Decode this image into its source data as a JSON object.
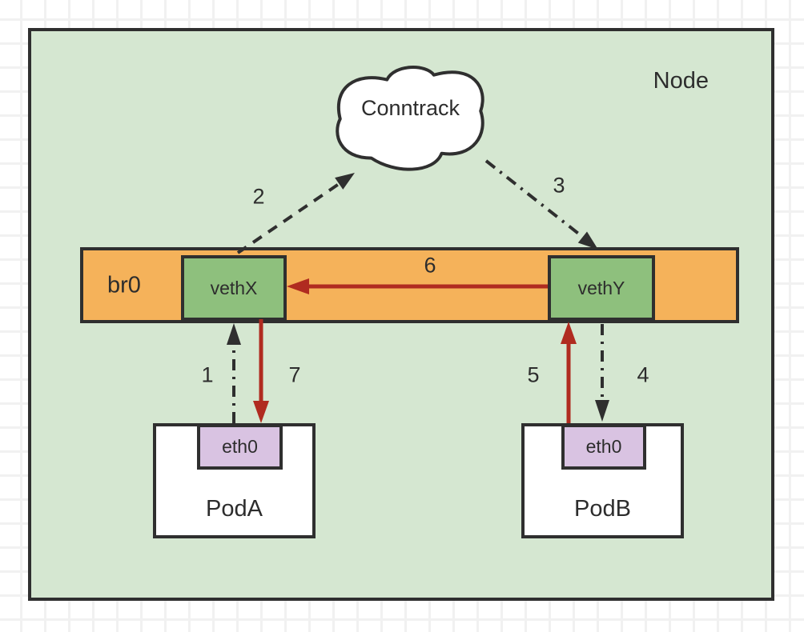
{
  "diagram": {
    "node": {
      "label": "Node"
    },
    "cloud": {
      "label": "Conntrack"
    },
    "bridge": {
      "label": "br0"
    },
    "interfaces": {
      "vethx": "vethX",
      "vethy": "vethY"
    },
    "pods": [
      {
        "name": "PodA",
        "interface": "eth0"
      },
      {
        "name": "PodB",
        "interface": "eth0"
      }
    ],
    "flows": [
      {
        "label": "1",
        "style": "dash-dot",
        "color": "#2f2f2f"
      },
      {
        "label": "2",
        "style": "dashed",
        "color": "#2f2f2f"
      },
      {
        "label": "3",
        "style": "dash-dot",
        "color": "#2f2f2f"
      },
      {
        "label": "4",
        "style": "dash-dot",
        "color": "#2f2f2f"
      },
      {
        "label": "5",
        "style": "solid",
        "color": "#b02b20"
      },
      {
        "label": "6",
        "style": "solid",
        "color": "#b02b20"
      },
      {
        "label": "7",
        "style": "solid",
        "color": "#b02b20"
      }
    ],
    "colors": {
      "node_fill": "#d5e7d1",
      "bridge_fill": "#f5b25a",
      "veth_fill": "#8ec07d",
      "eth_fill": "#d9c3e2",
      "pod_fill": "#ffffff",
      "cloud_fill": "#ffffff",
      "stroke": "#2f2f2f",
      "red_arrow": "#b02b20"
    }
  }
}
